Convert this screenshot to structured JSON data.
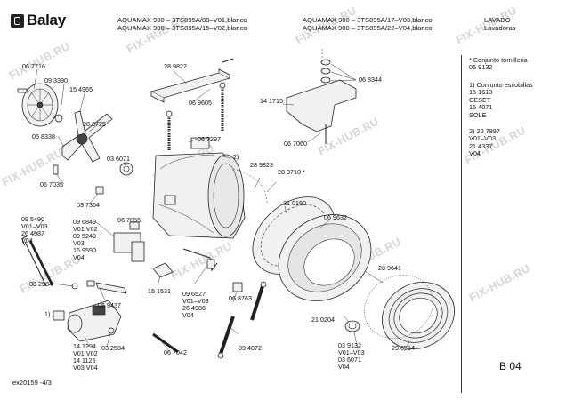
{
  "brand": {
    "name": "Balay"
  },
  "header": {
    "models_left": [
      "AQUAMAX 900 – 3TS895A/08–V01,blanco",
      "AQUAMAX 900 – 3TS895A/15–V02,blanco"
    ],
    "models_right": [
      "AQUAMAX 900 – 3TS895A/17–V03,blanco",
      "AQUAMAX 900 – 3TS895A/22–V04,blanco"
    ],
    "category": [
      "LAVADO",
      "Lavadoras"
    ]
  },
  "notes": [
    [
      "*  Conjunto tornilleria",
      "   05 9132"
    ],
    [
      "1) Conjunto escobillas",
      "   15 1613",
      "   CESET",
      "   15 4071",
      "   SOLE"
    ],
    [
      "2) 20 7897",
      "   V01–V03",
      "   21 4337",
      "   V04"
    ]
  ],
  "labels": [
    [
      "06 7716"
    ],
    [
      "09 3390"
    ],
    [
      "15 4965"
    ],
    [
      "06 8338"
    ],
    [
      "28 3725"
    ],
    [
      "03 6071"
    ],
    [
      "06 7035"
    ],
    [
      "03 7364"
    ],
    [
      "06 7055"
    ],
    [
      "09 5490",
      "V01–V03",
      "26 4987",
      "V04"
    ],
    [
      "09 6849",
      "V01,V02",
      "09 5249",
      "V03",
      "16 9590",
      "V04"
    ],
    [
      "03 2584"
    ],
    [
      "1)"
    ],
    [
      "05 9437"
    ],
    [
      "15 1531"
    ],
    [
      "09 6527",
      "V01–V03",
      "26 4986",
      "V04"
    ],
    [
      "06 8763"
    ],
    [
      "03 2584"
    ],
    [
      "06 7042"
    ],
    [
      "14 1294",
      "V01,V02",
      "14 1125",
      "V03,V04"
    ],
    [
      "09 4072"
    ],
    [
      "28 9822"
    ],
    [
      "06 9605"
    ],
    [
      "06 7297"
    ],
    [
      "2)"
    ],
    [
      "28 9823"
    ],
    [
      "28 3710 *"
    ],
    [
      "21 0190"
    ],
    [
      "06 9632"
    ],
    [
      "14 1715"
    ],
    [
      "06 7060"
    ],
    [
      "06 8344"
    ],
    [
      "28 9641"
    ],
    [
      "21 0204"
    ],
    [
      "29 6514"
    ],
    [
      "03 9132",
      "V01–V03",
      "03 6071",
      "V04"
    ]
  ],
  "footer": {
    "ref": "ex20159 -4/3",
    "page": "B 04"
  },
  "watermark": "FIX-HUB.RU"
}
